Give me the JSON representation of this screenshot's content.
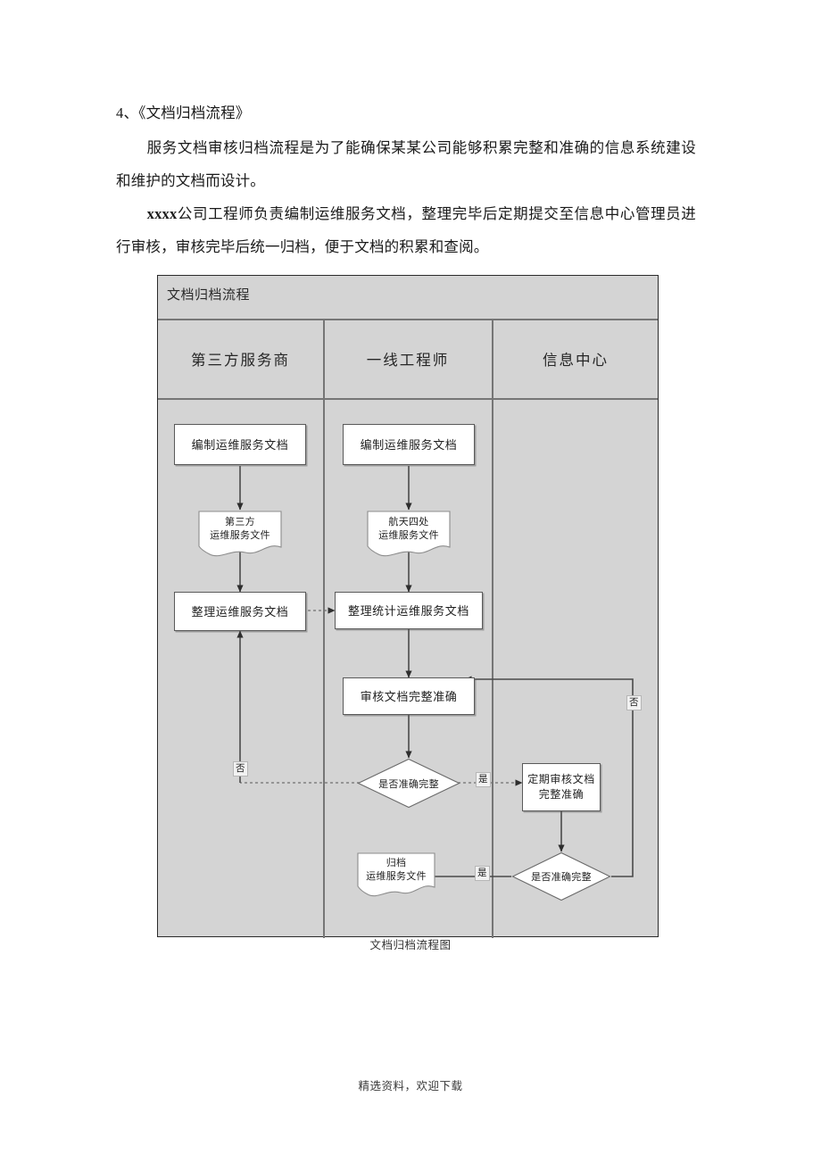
{
  "document": {
    "heading": "4、《文档归档流程》",
    "paragraphs": [
      "服务文档审核归档流程是为了能确保某某公司能够积累完整和准确的信息系统建设和维护的文档而设计。",
      "公司工程师负责编制运维服务文档，整理完毕后定期提交至信息中心管理员进行审核，审核完毕后统一归档，便于文档的积累和查阅。"
    ],
    "paragraph2_prefix": "xxxx",
    "figure_caption": "文档归档流程图",
    "footer": "精选资料，欢迎下载"
  },
  "flowchart": {
    "title": "文档归档流程",
    "lanes": [
      {
        "label": "第三方服务商"
      },
      {
        "label": "一线工程师"
      },
      {
        "label": "信息中心"
      }
    ],
    "nodes": [
      {
        "id": "n1",
        "lane": 0,
        "type": "process",
        "label": "编制运维服务文档"
      },
      {
        "id": "n2",
        "lane": 0,
        "type": "document",
        "label_line1": "第三方",
        "label_line2": "运维服务文件"
      },
      {
        "id": "n3",
        "lane": 0,
        "type": "process",
        "label": "整理运维服务文档"
      },
      {
        "id": "n4",
        "lane": 1,
        "type": "process",
        "label": "编制运维服务文档"
      },
      {
        "id": "n5",
        "lane": 1,
        "type": "document",
        "label_line1": "航天四处",
        "label_line2": "运维服务文件"
      },
      {
        "id": "n6",
        "lane": 1,
        "type": "process",
        "label": "整理统计运维服务文档"
      },
      {
        "id": "n7",
        "lane": 1,
        "type": "process",
        "label": "审核文档完整准确"
      },
      {
        "id": "n8",
        "lane": 1,
        "type": "decision",
        "label": "是否准确完整"
      },
      {
        "id": "n9",
        "lane": 2,
        "type": "process",
        "label_line1": "定期审核文档",
        "label_line2": "完整准确"
      },
      {
        "id": "n10",
        "lane": 2,
        "type": "decision",
        "label": "是否准确完整"
      },
      {
        "id": "n11",
        "lane": 1,
        "type": "document",
        "label_line1": "归档",
        "label_line2": "运维服务文件"
      }
    ],
    "edge_labels": {
      "no_left": "否",
      "yes_mid": "是",
      "no_right": "否",
      "yes_bottom": "是"
    }
  },
  "colors": {
    "lane_background": "#d4d4d4",
    "frame_border": "#2b2b2b",
    "grid_line": "#767676",
    "node_fill": "#ffffff",
    "node_border": "#5a5a5a",
    "connector": "#3f3f3f",
    "page_background": "#ffffff"
  }
}
